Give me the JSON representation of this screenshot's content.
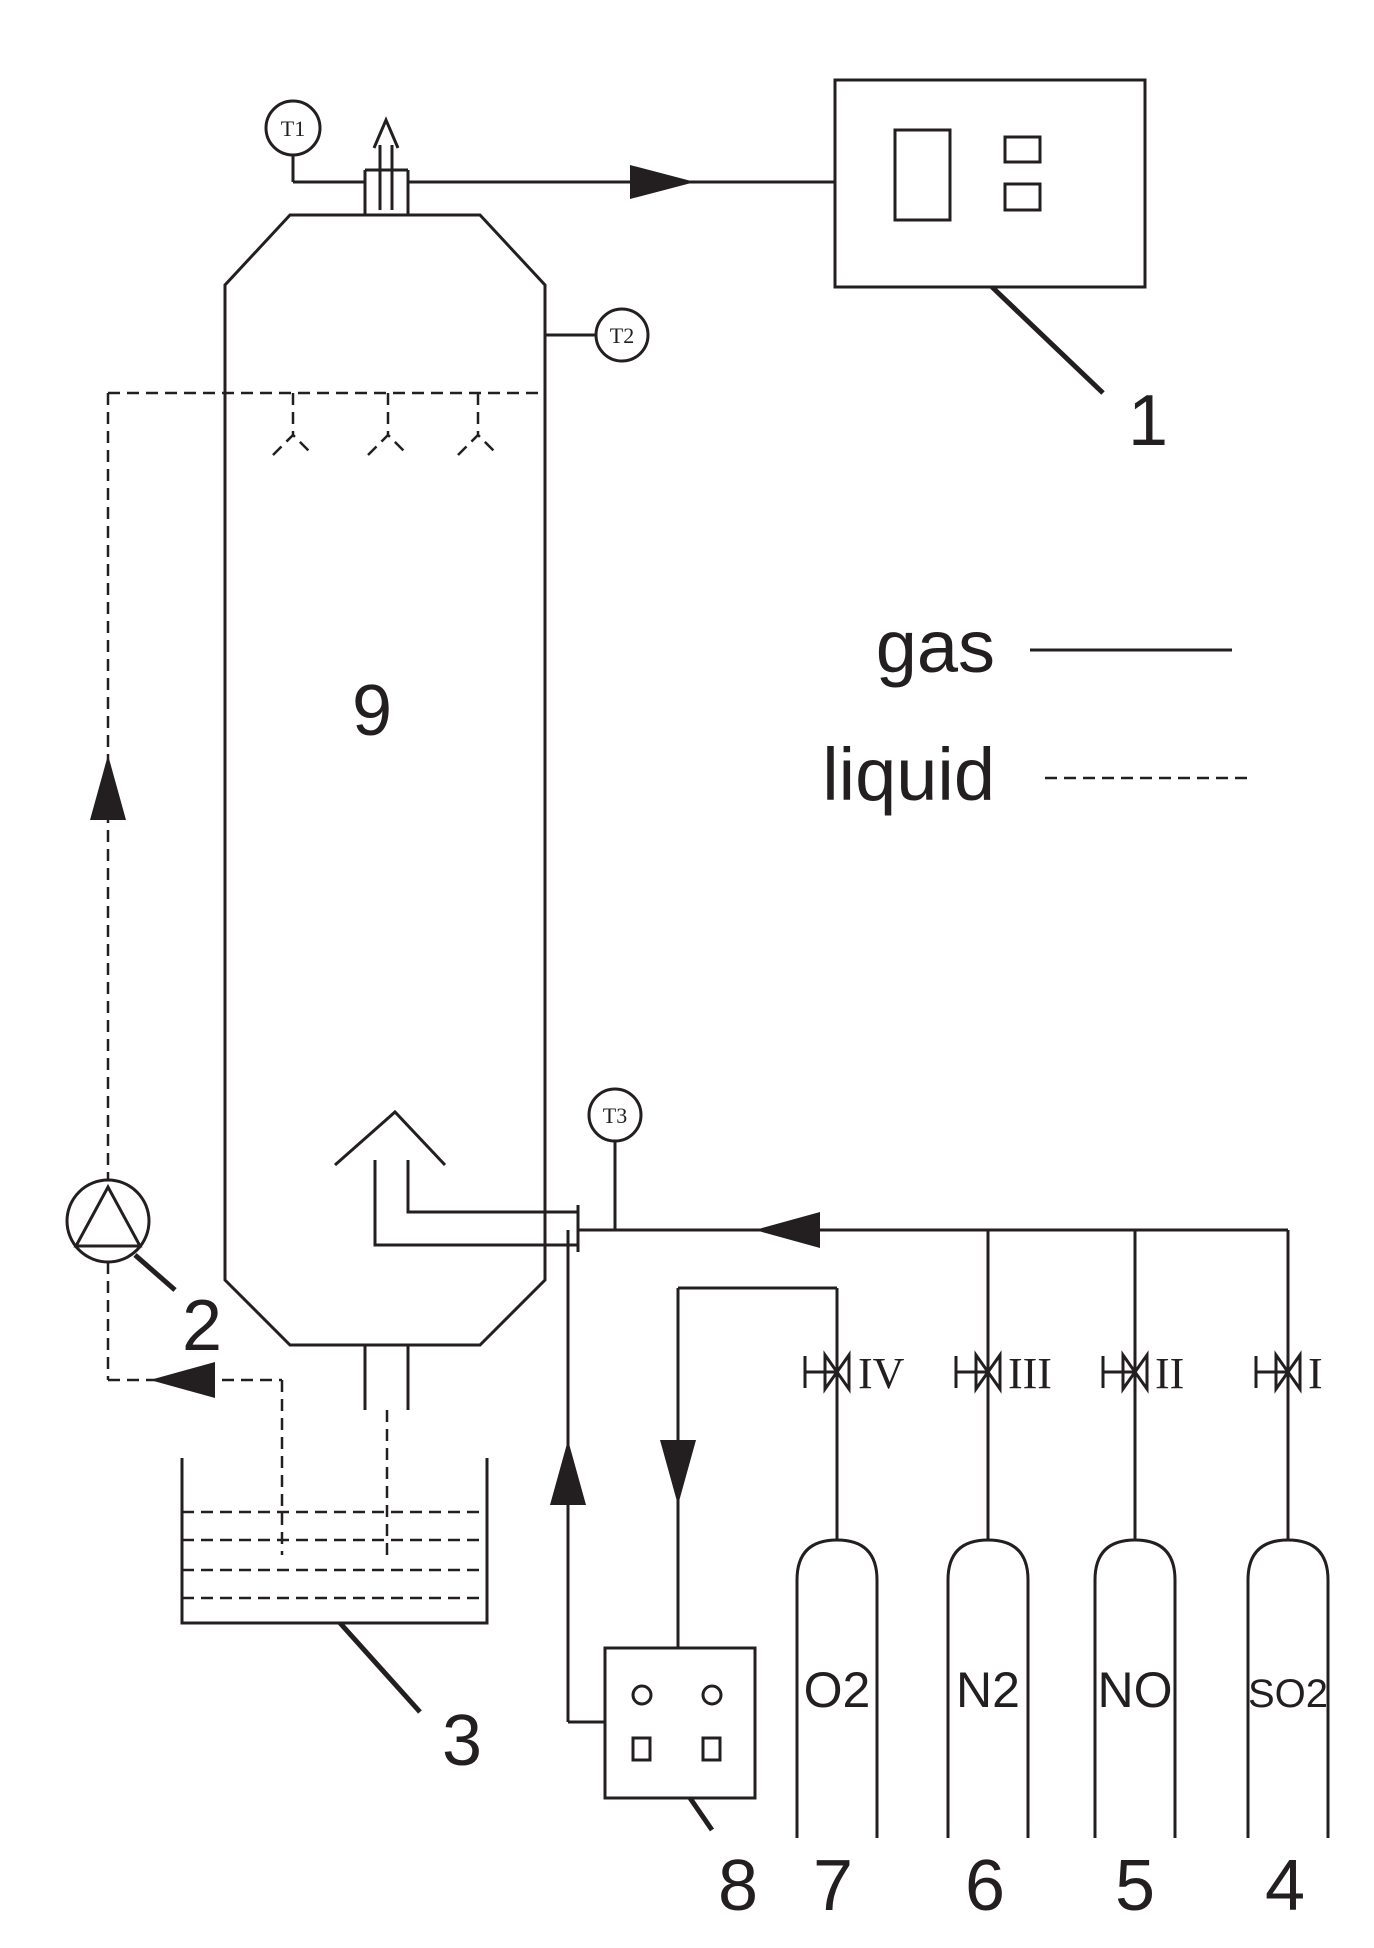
{
  "legend": {
    "gas": "gas",
    "liquid": "liquid"
  },
  "labels": {
    "analyzer": "1",
    "pump": "2",
    "tank": "3",
    "so2_cylinder": "4",
    "no_cylinder": "5",
    "n2_cylinder": "6",
    "o2_cylinder": "7",
    "mixer": "8",
    "tower": "9"
  },
  "gases": {
    "o2": "O2",
    "n2": "N2",
    "no": "NO",
    "so2": "SO2"
  },
  "valves": {
    "v1": "I",
    "v2": "II",
    "v3": "III",
    "v4": "IV"
  },
  "sensors": {
    "t1": "T1",
    "t2": "T2",
    "t3": "T3"
  }
}
